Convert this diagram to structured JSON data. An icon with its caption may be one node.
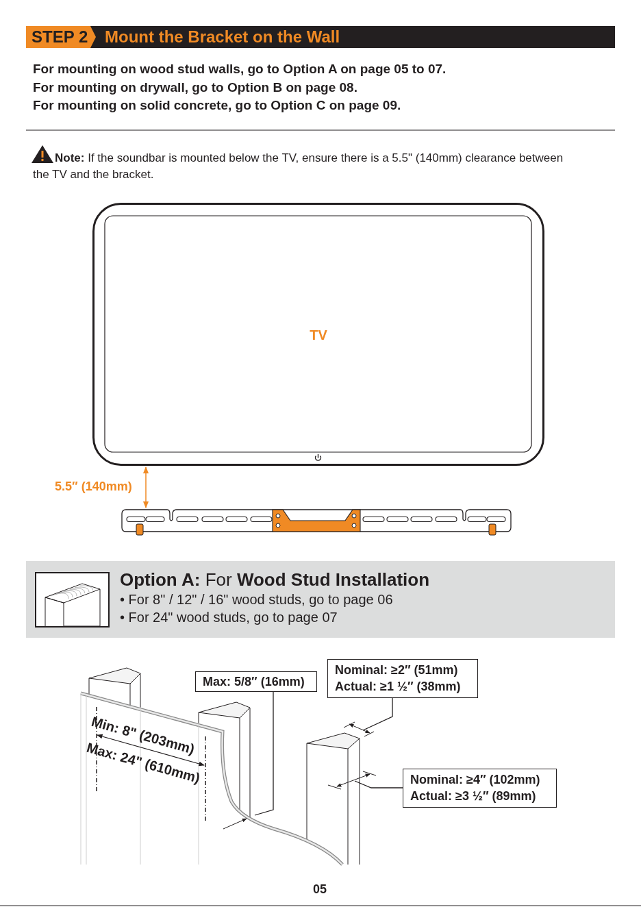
{
  "diagram": {
    "title": "Mount the Bracket on the Wall",
    "nodes": [
      {
        "text": [
          "TV"
        ]
      },
      {
        "text": [
          "**Option A:** For **Wood Stud Installation**",
          "• For 8\" / 12\" / 16\" wood studs, go to page 06",
          "• For 24\" wood studs, go to page 07"
        ]
      },
      {
        "text": [
          "Max: 5/8″ (16mm)"
        ]
      },
      {
        "text": [
          "Nominal: ≥2″ (51mm)",
          "Actual: ≥1 ½″ (38mm)"
        ]
      },
      {
        "text": [
          "Nominal: ≥4″ (102mm)",
          "Actual: ≥3 ½″ (89mm)"
        ]
      },
      {
        "text": [],
        "shape": "picture"
      }
    ],
    "edges": [
      {
        "from": 2,
        "to": 5,
        "arrow": "none"
      },
      {
        "from": 3,
        "to": 5,
        "arrow": "none"
      },
      {
        "from": 4,
        "to": 5,
        "arrow": "none"
      }
    ],
    "labels": [
      "STEP 2",
      "For mounting on wood stud walls, go to Option A on page 05 to 07.",
      "For mounting on drywall, go to Option B on page 08.",
      "For mounting on solid concrete, go to Option C on page 09.",
      "**Note:** If the soundbar is mounted below the TV, ensure there is a 5.5\" (140mm) clearance between the TV and the bracket.",
      "5.5″ (140mm)",
      "Min: 8\" (203mm)",
      "Max: 24\" (610mm)",
      "05"
    ]
  }
}
